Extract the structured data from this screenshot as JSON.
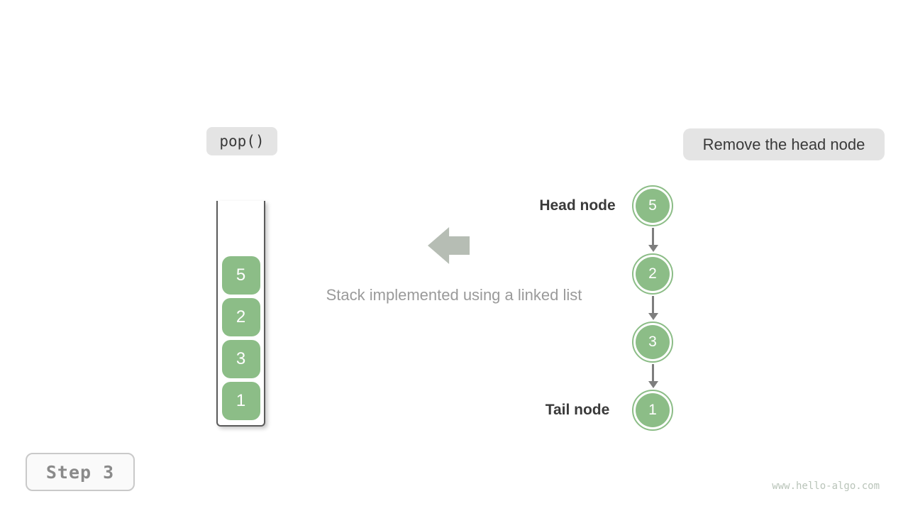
{
  "page": {
    "watermark": "www.hello-algo.com"
  },
  "labels": {
    "operation": "pop()",
    "annotation": "Remove the head node",
    "caption": "Stack implemented using a linked list",
    "head_node": "Head node",
    "tail_node": "Tail node",
    "step": "Step 3"
  },
  "stack": {
    "items_top_to_bottom": [
      "5",
      "2",
      "3",
      "1"
    ]
  },
  "linked_list": {
    "nodes_head_to_tail": [
      "5",
      "2",
      "3",
      "1"
    ]
  },
  "icons": {
    "block_arrow": "left-arrow-icon",
    "link_arrow": "down-arrow-icon"
  },
  "colors": {
    "bg": "#ffffff",
    "tag-bg": "#e4e4e4",
    "tag-text": "#3a3a3a",
    "green": "#8cbd87",
    "node-text": "#ffffff",
    "container-border": "#5a5a5a",
    "link-arrow": "#7e7e7e",
    "block-arrow": "#b6bdb4",
    "caption-text": "#9a9a9a",
    "label-dark": "#3a3a3a",
    "step-text": "#8a8a8a",
    "step-border": "#c9c9c9",
    "step-bg": "#fafafa",
    "watermark-text": "#b9c4b9"
  }
}
